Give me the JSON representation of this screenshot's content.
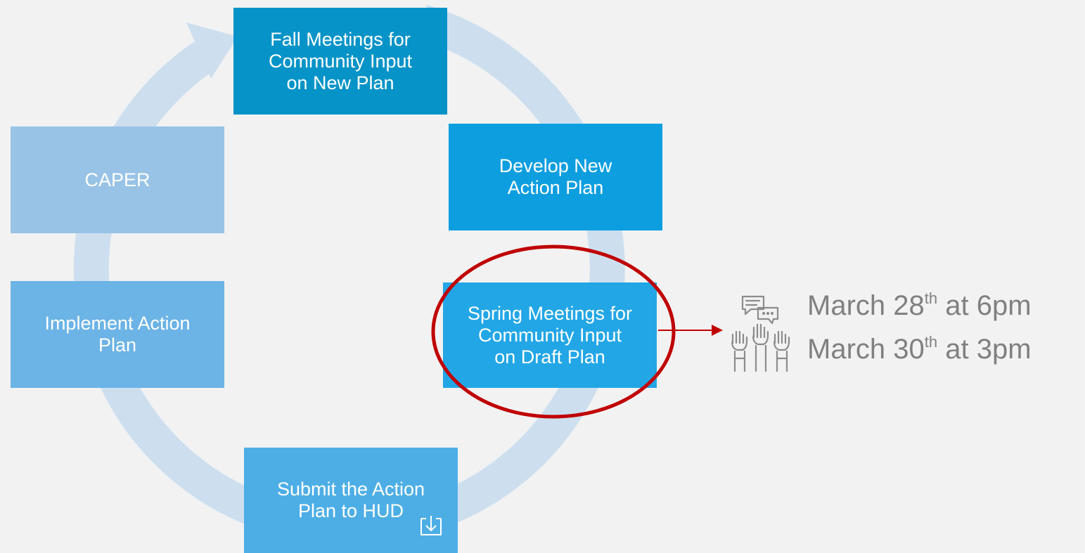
{
  "colors": {
    "background": "#f2f2f2",
    "ring": "#cddfef",
    "fall_box": "#0593c8",
    "develop_box": "#0d9ee0",
    "spring_box": "#22a6e6",
    "submit_box": "#4daee6",
    "implement_box": "#6cb3e6",
    "caper_box": "#98c3e6",
    "highlight_ellipse": "#c00000",
    "meeting_text": "#808080"
  },
  "cycle": {
    "fall": {
      "lines": [
        "Fall Meetings for",
        "Community Input",
        "on New Plan"
      ]
    },
    "develop": {
      "lines": [
        "Develop New",
        "Action Plan"
      ]
    },
    "spring": {
      "lines": [
        "Spring Meetings for",
        "Community Input",
        "on Draft Plan"
      ]
    },
    "submit": {
      "lines": [
        "Submit the Action",
        "Plan to HUD"
      ]
    },
    "implement": {
      "lines": [
        "Implement Action",
        "Plan"
      ]
    },
    "caper": {
      "lines": [
        "CAPER"
      ]
    }
  },
  "meetings": [
    {
      "prefix": "March 28",
      "sup": "th",
      "suffix": " at 6pm"
    },
    {
      "prefix": "March 30",
      "sup": "th",
      "suffix": " at 3pm"
    }
  ],
  "icons": {
    "download": "download-icon",
    "meeting": "raised-hands-speech-bubbles-icon"
  }
}
